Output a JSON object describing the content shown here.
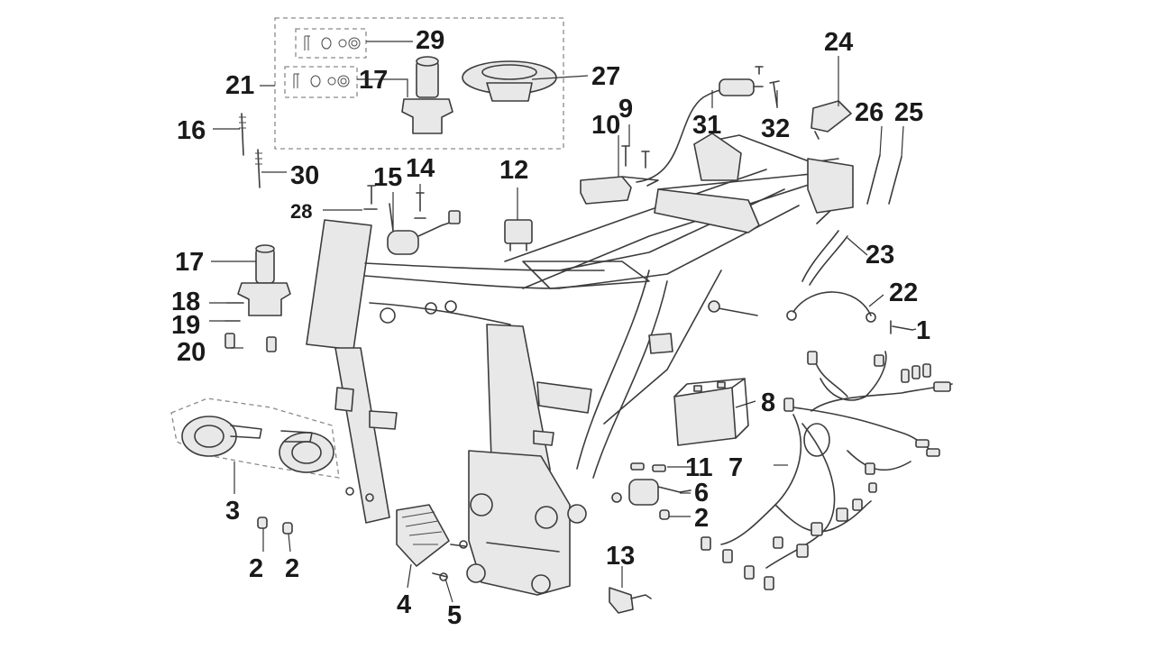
{
  "diagram": {
    "callouts": [
      {
        "id": "c1",
        "label": "1"
      },
      {
        "id": "c2a",
        "label": "2"
      },
      {
        "id": "c2b",
        "label": "2"
      },
      {
        "id": "c2c",
        "label": "2"
      },
      {
        "id": "c3",
        "label": "3"
      },
      {
        "id": "c4",
        "label": "4"
      },
      {
        "id": "c5",
        "label": "5"
      },
      {
        "id": "c6",
        "label": "6"
      },
      {
        "id": "c7",
        "label": "7"
      },
      {
        "id": "c8",
        "label": "8"
      },
      {
        "id": "c9",
        "label": "9"
      },
      {
        "id": "c10",
        "label": "10"
      },
      {
        "id": "c11",
        "label": "11"
      },
      {
        "id": "c12",
        "label": "12"
      },
      {
        "id": "c13",
        "label": "13"
      },
      {
        "id": "c14",
        "label": "14"
      },
      {
        "id": "c15",
        "label": "15"
      },
      {
        "id": "c16",
        "label": "16"
      },
      {
        "id": "c17a",
        "label": "17"
      },
      {
        "id": "c17b",
        "label": "17"
      },
      {
        "id": "c18",
        "label": "18"
      },
      {
        "id": "c19",
        "label": "19"
      },
      {
        "id": "c20",
        "label": "20"
      },
      {
        "id": "c21",
        "label": "21"
      },
      {
        "id": "c22",
        "label": "22"
      },
      {
        "id": "c23",
        "label": "23"
      },
      {
        "id": "c24",
        "label": "24"
      },
      {
        "id": "c25",
        "label": "25"
      },
      {
        "id": "c26",
        "label": "26"
      },
      {
        "id": "c27",
        "label": "27"
      },
      {
        "id": "c28",
        "label": "28"
      },
      {
        "id": "c29",
        "label": "29"
      },
      {
        "id": "c30",
        "label": "30"
      },
      {
        "id": "c31",
        "label": "31"
      },
      {
        "id": "c32",
        "label": "32"
      }
    ]
  },
  "colors": {
    "background": "#ffffff",
    "line": "#3c3c3c",
    "label": "#1a1a1a",
    "dashed_group": "#8a8a8a"
  }
}
